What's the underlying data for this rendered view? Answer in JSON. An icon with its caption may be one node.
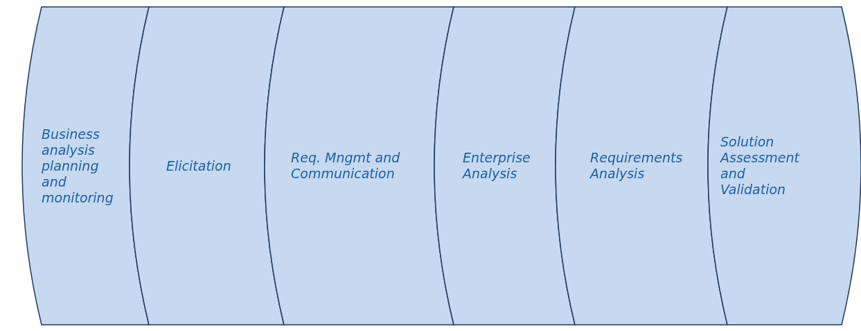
{
  "diagram": {
    "nodes": [
      {
        "text": [
          "Business analysis planning and monitoring"
        ]
      },
      {
        "text": [
          "Elicitation"
        ]
      },
      {
        "text": [
          "Req. Mngmt and Communication"
        ]
      },
      {
        "text": [
          "Enterprise Analysis"
        ]
      },
      {
        "text": [
          "Requirements Analysis"
        ]
      },
      {
        "text": [
          "Solution Assessment and Validation"
        ]
      }
    ]
  }
}
